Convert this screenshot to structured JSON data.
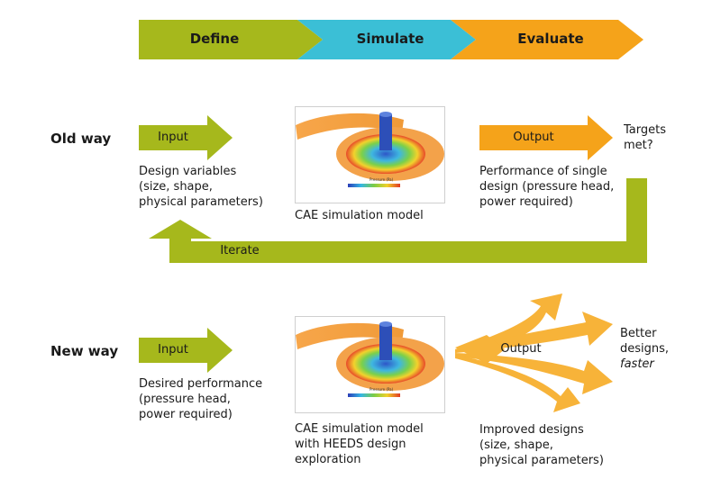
{
  "stages": [
    "Define",
    "Simulate",
    "Evaluate"
  ],
  "old_way": {
    "label": "Old way",
    "input_label": "Input",
    "input_text": "Design variables\n(size, shape,\nphysical parameters)",
    "model_caption": "CAE simulation model",
    "output_label": "Output",
    "output_text": "Performance of single\ndesign (pressure head,\npower required)",
    "targets_text": "Targets\nmet?",
    "iterate_label": "Iterate"
  },
  "new_way": {
    "label": "New way",
    "input_label": "Input",
    "input_text": "Desired performance\n(pressure head,\npower required)",
    "model_caption": "CAE simulation model\nwith HEEDS design\nexploration",
    "output_label": "Output",
    "output_text": "Improved designs\n(size, shape,\nphysical parameters)",
    "better_text": "Better\ndesigns,",
    "better_emph": "faster"
  },
  "sim_image_caption": "Pressure (Pa)",
  "colors": {
    "green": "#a6b81c",
    "cyan": "#3bbfd6",
    "orange": "#f5a31a",
    "orange_light": "#f7b339"
  }
}
